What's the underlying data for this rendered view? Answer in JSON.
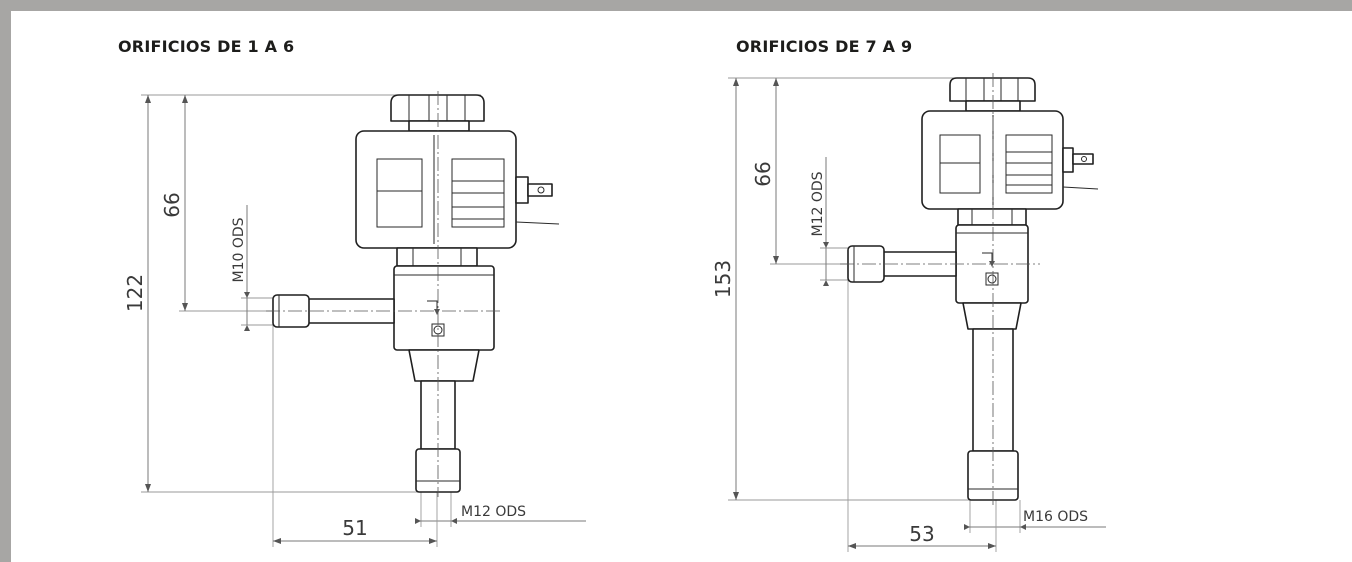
{
  "panels": [
    {
      "title": "ORIFICIOS DE 1 A 6",
      "dimensions": {
        "total_height": "122",
        "inlet_height": "66",
        "inlet_connection": "M10 ODS",
        "outlet_connection": "M12 ODS",
        "horizontal_offset": "51"
      }
    },
    {
      "title": "ORIFICIOS DE 7 A 9",
      "dimensions": {
        "total_height": "153",
        "inlet_height": "66",
        "inlet_connection": "M12 ODS",
        "outlet_connection": "M16 ODS",
        "horizontal_offset": "53"
      }
    }
  ],
  "colors": {
    "frame": "#a7a6a4",
    "title": "#1d1d1b",
    "line": "#1f1f1f"
  }
}
